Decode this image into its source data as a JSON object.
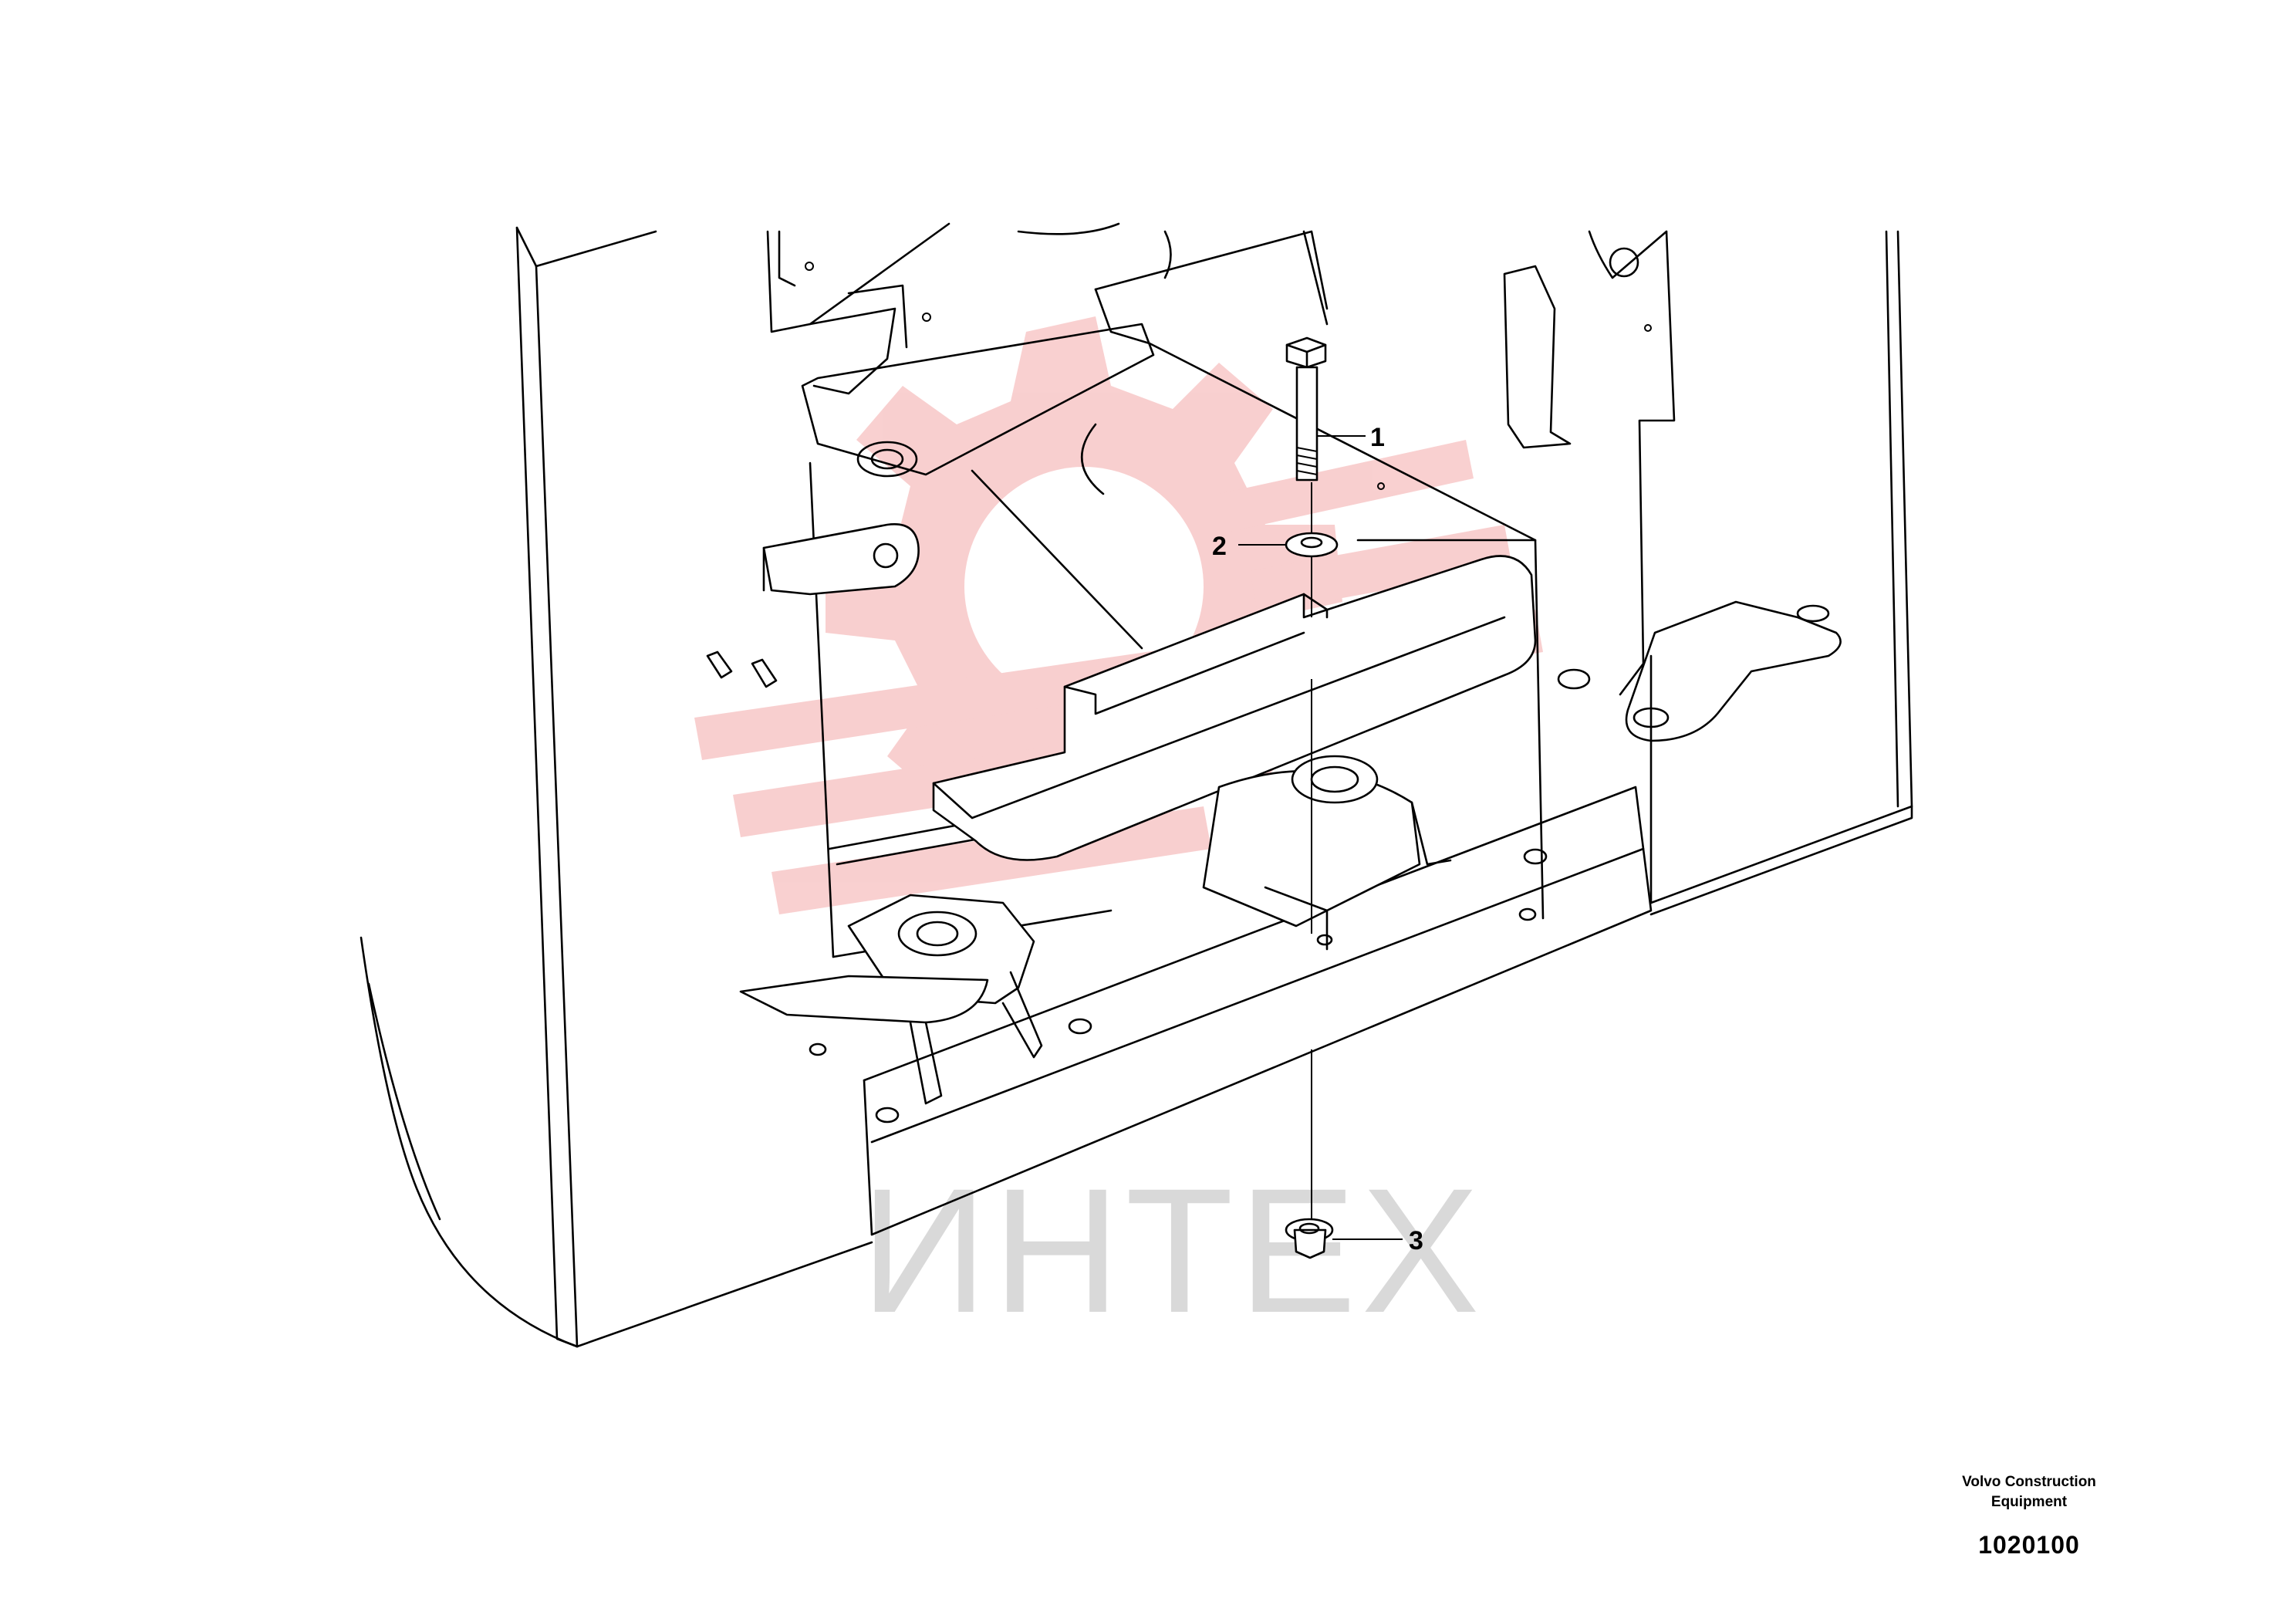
{
  "callouts": [
    {
      "number": "1"
    },
    {
      "number": "2"
    },
    {
      "number": "3"
    }
  ],
  "watermark": {
    "text": "ИНТЕХ",
    "logo_color": "#f4b3b3",
    "text_color": "#d9d9d9"
  },
  "footer": {
    "company_line1": "Volvo Construction",
    "company_line2": "Equipment",
    "drawing_number": "1020100"
  }
}
